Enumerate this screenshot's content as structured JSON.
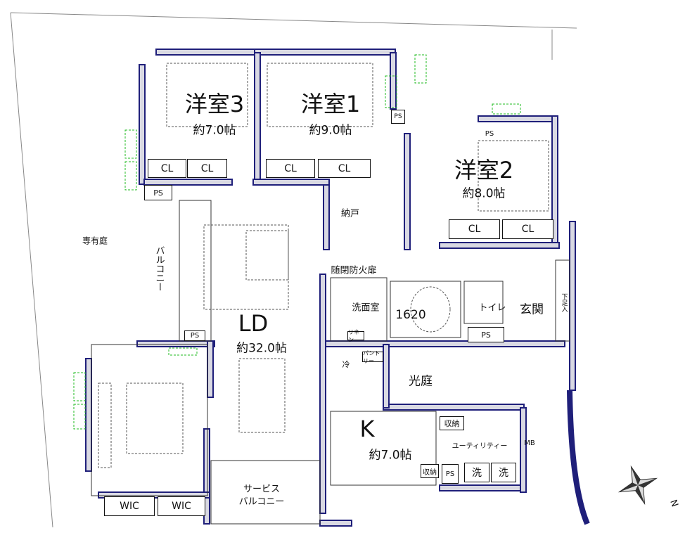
{
  "rooms": {
    "western3": {
      "name": "洋室3",
      "size": "約7.0帖"
    },
    "western1": {
      "name": "洋室1",
      "size": "約9.0帖"
    },
    "western2": {
      "name": "洋室2",
      "size": "約8.0帖"
    },
    "ld": {
      "name": "LD",
      "size": "約32.0帖"
    },
    "kitchen": {
      "name": "K",
      "size": "約7.0帖"
    },
    "storeroom": "納戸",
    "washroom": "洗面室",
    "bath": "1620",
    "toilet": "トイレ",
    "entrance": "玄関",
    "lightwell": "光庭",
    "utility": "ユーティリティー",
    "balcony": "バルコニー",
    "service_balcony": [
      "サービス",
      "バルコニー"
    ],
    "private_garden": "専有庭",
    "fire_door": "随閉防火扉"
  },
  "fixtures": {
    "cl": "CL",
    "ps": "PS",
    "wic": "WIC",
    "mb": "MB",
    "storage": "収納",
    "pantry": "パントリー",
    "fridge": "冷",
    "washer": "洗",
    "shoe": "下足入",
    "linen": "リネン"
  },
  "compass": {
    "label": "N"
  },
  "colors": {
    "wall": "#1f1f7a",
    "wall_fill": "#d9d9e3",
    "green": "#22bb22"
  }
}
